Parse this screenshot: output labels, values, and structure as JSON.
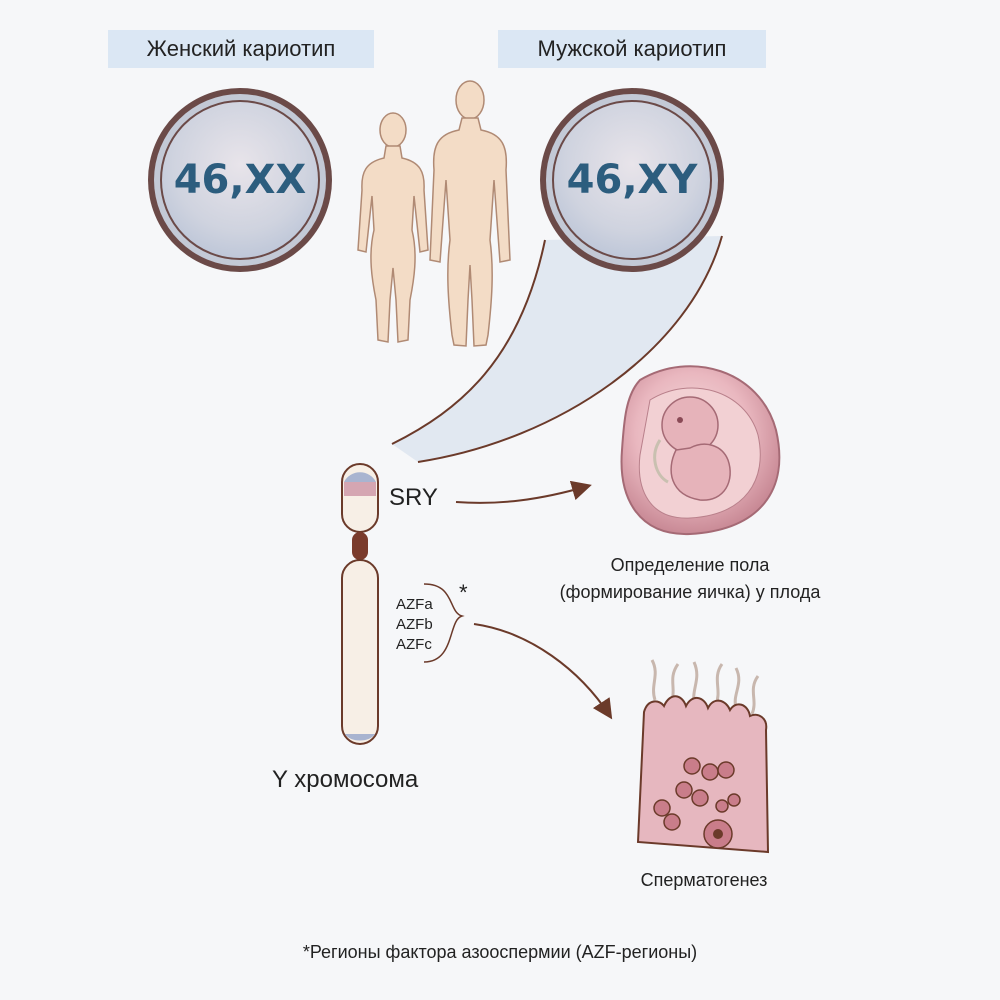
{
  "karyotypes": {
    "female_label": "Женский кариотип",
    "male_label": "Мужской кариотип",
    "female_value": "46,XX",
    "male_value": "46,XY"
  },
  "chromosome": {
    "title": "Y хромосома",
    "sry": "SRY",
    "azf_regions": [
      "AZFa",
      "AZFb",
      "AZFc"
    ],
    "asterisk": "*"
  },
  "outcomes": {
    "sex_determination_line1": "Определение пола",
    "sex_determination_line2": "(формирование яичка) у плода",
    "spermatogenesis": "Сперматогенез"
  },
  "footnote": "*Регионы фактора азооспермии (AZF-регионы)",
  "colors": {
    "label_bg": "#dbe7f4",
    "karyotype_text": "#2c5d7e",
    "ring_border": "#6b4a48",
    "arrow": "#6b3a2a",
    "skin": "#f3dcc6",
    "embryo": "#e9b7bf"
  },
  "icons": [
    "female-figure-icon",
    "male-figure-icon",
    "embryo-icon",
    "seminiferous-tissue-icon"
  ]
}
